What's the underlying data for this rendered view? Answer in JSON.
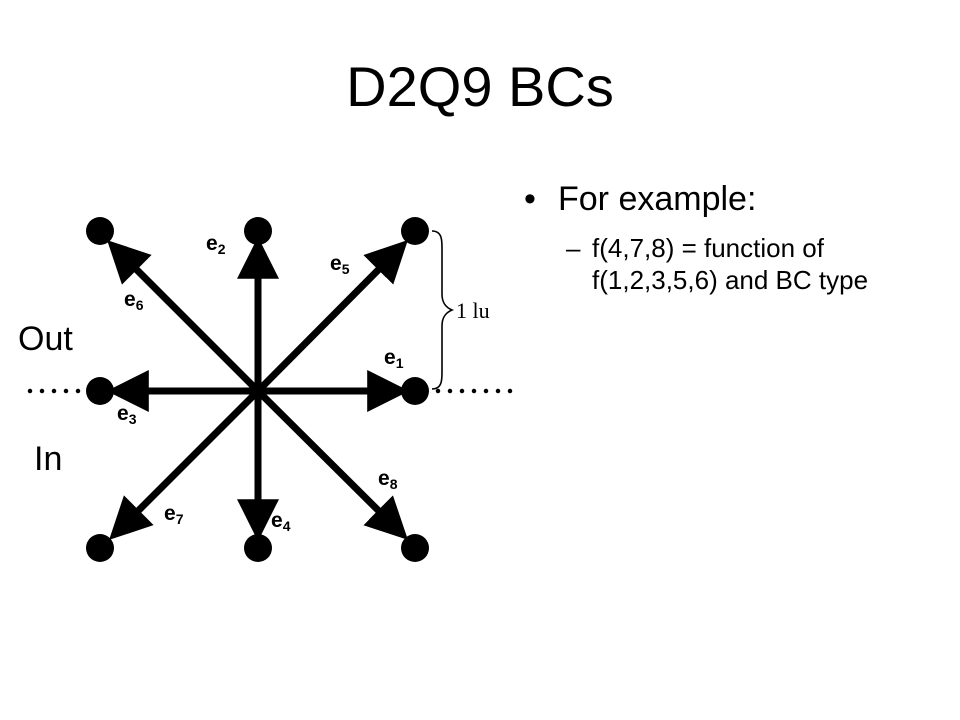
{
  "slide": {
    "title": "D2Q9 BCs",
    "bullet": {
      "marker": "•",
      "text": "For example:"
    },
    "sub_bullet": {
      "marker": "–",
      "text": "f(4,7,8) = function of f(1,2,3,5,6) and BC type"
    }
  },
  "diagram": {
    "labels": {
      "out": "Out",
      "in": "In",
      "lattice_unit": "1 lu"
    },
    "vectors": [
      {
        "id": "e1",
        "base": "e",
        "sub": "1"
      },
      {
        "id": "e2",
        "base": "e",
        "sub": "2"
      },
      {
        "id": "e3",
        "base": "e",
        "sub": "3"
      },
      {
        "id": "e4",
        "base": "e",
        "sub": "4"
      },
      {
        "id": "e5",
        "base": "e",
        "sub": "5"
      },
      {
        "id": "e6",
        "base": "e",
        "sub": "6"
      },
      {
        "id": "e7",
        "base": "e",
        "sub": "7"
      },
      {
        "id": "e8",
        "base": "e",
        "sub": "8"
      }
    ],
    "colors": {
      "ink": "#000000",
      "background": "#ffffff"
    }
  }
}
